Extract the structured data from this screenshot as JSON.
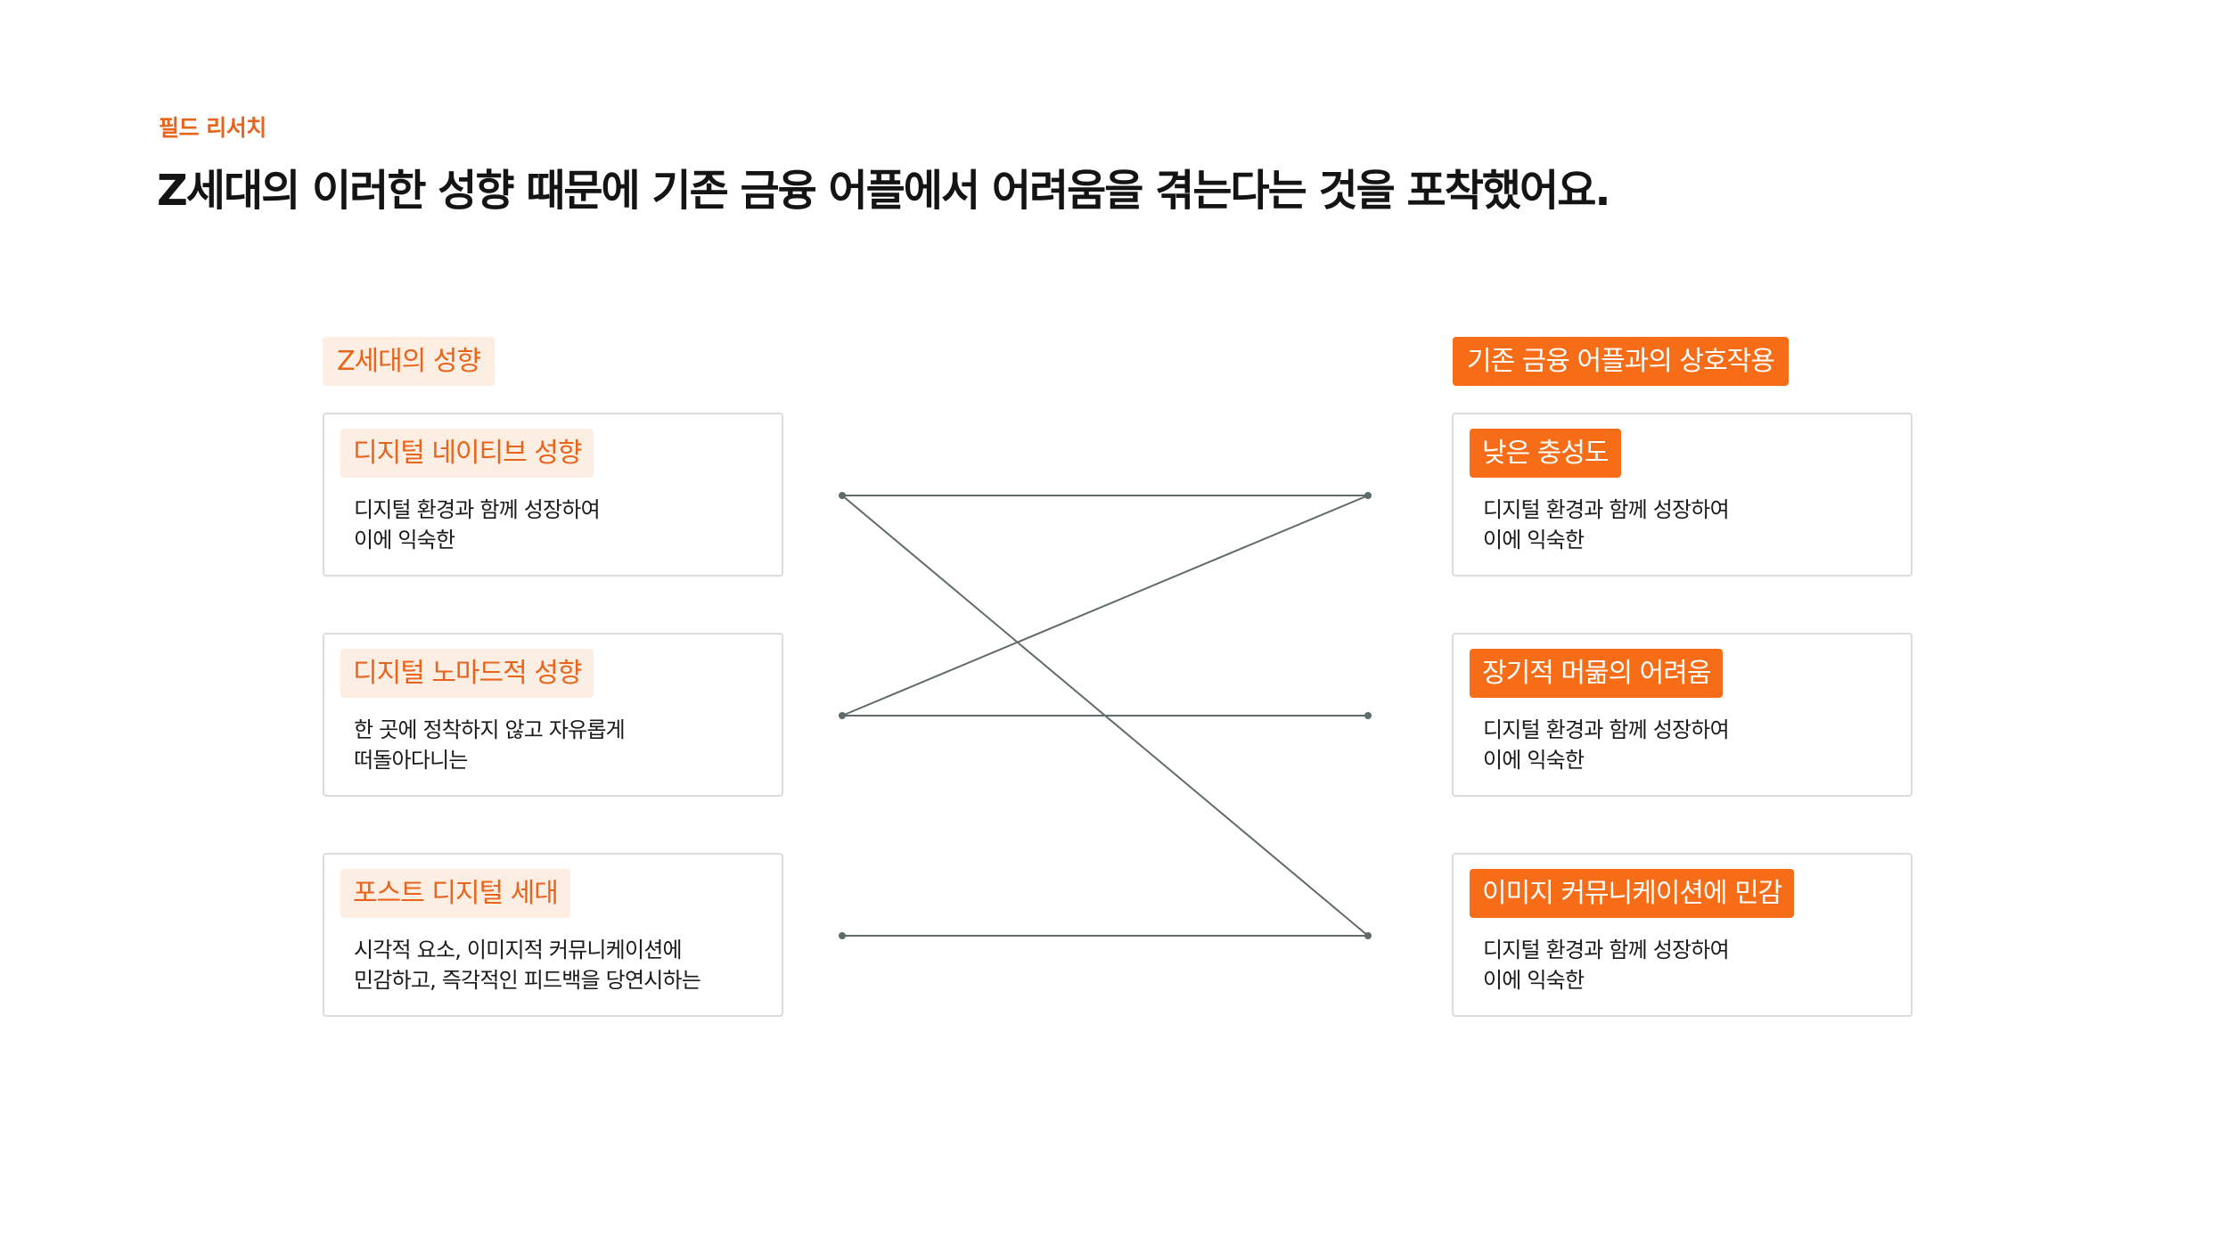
{
  "eyebrow": "필드 리서치",
  "headline": "Z세대의 이러한 성향 때문에 기존 금융 어플에서 어려움을 겪는다는 것을 포착했어요.",
  "left_column": {
    "header": "Z세대의 성향",
    "items": [
      {
        "tag": "디지털 네이티브 성향",
        "desc": [
          "디지털 환경과 함께 성장하여",
          "이에 익숙한"
        ]
      },
      {
        "tag": "디지털 노마드적 성향",
        "desc": [
          "한 곳에 정착하지 않고 자유롭게",
          "떠돌아다니는"
        ]
      },
      {
        "tag": "포스트 디지털 세대",
        "desc": [
          "시각적 요소, 이미지적 커뮤니케이션에",
          "민감하고, 즉각적인 피드백을 당연시하는"
        ]
      }
    ]
  },
  "right_column": {
    "header": "기존 금융 어플과의 상호작용",
    "items": [
      {
        "tag": "낮은 충성도",
        "desc": [
          "디지털 환경과 함께 성장하여",
          "이에 익숙한"
        ]
      },
      {
        "tag": "장기적 머묾의 어려움",
        "desc": [
          "디지털 환경과 함께 성장하여",
          "이에 익숙한"
        ]
      },
      {
        "tag": "이미지 커뮤니케이션에 민감",
        "desc": [
          "디지털 환경과 함께 성장하여",
          "이에 익숙한"
        ]
      }
    ]
  },
  "connections": [
    {
      "from": 0,
      "to": 0
    },
    {
      "from": 0,
      "to": 2
    },
    {
      "from": 1,
      "to": 0
    },
    {
      "from": 1,
      "to": 1
    },
    {
      "from": 2,
      "to": 2
    }
  ],
  "colors": {
    "accent": "#f76d17",
    "accent_soft": "#fdeee4",
    "accent_text": "#e8641b",
    "line": "#5f6b6b",
    "border": "#dcdcdc"
  }
}
